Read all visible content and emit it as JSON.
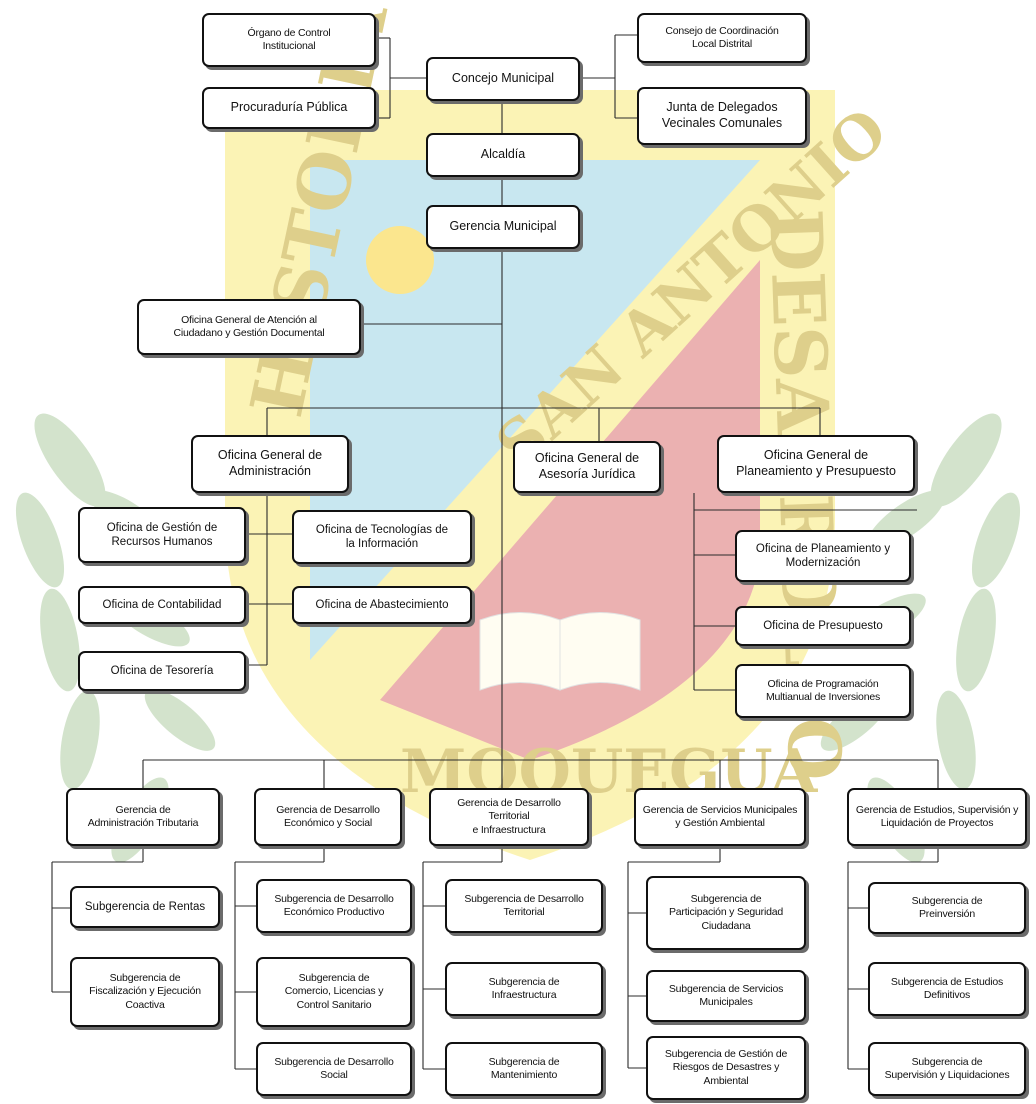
{
  "colors": {
    "line": "#2b2b2b",
    "box_border": "#111111",
    "box_shadow": "#6b6b6b",
    "watermark_yellow": "#fbf1a8",
    "watermark_blue": "#bfe3ee",
    "watermark_red": "#e8a3a3",
    "watermark_green": "#9bc08f",
    "watermark_text": "#d8c777"
  },
  "watermark": {
    "words": [
      "HISTORIA",
      "SAN ANTONIO",
      "DESARROLLO",
      "MOQUEGUA"
    ]
  },
  "org": {
    "organo_control": "Órgano de Control\nInstitucional",
    "procuraduria": "Procuraduría Pública",
    "concejo": "Concejo Municipal",
    "consejo_coordinacion": "Consejo de Coordinación\nLocal Distrital",
    "junta_delegados": "Junta de Delegados\nVecinales Comunales",
    "alcaldia": "Alcaldía",
    "gerencia_municipal": "Gerencia Municipal",
    "oficina_atencion": "Oficina General de Atención al\nCiudadano y Gestión Documental",
    "ofi_administracion": "Oficina General de\nAdministración",
    "ofi_asesoria": "Oficina General de\nAsesoría Jurídica",
    "ofi_planeamiento": "Oficina General de\nPlaneamiento y Presupuesto",
    "rrhh": "Oficina de Gestión de\nRecursos Humanos",
    "contabilidad": "Oficina de Contabilidad",
    "tesoreria": "Oficina de Tesorería",
    "tecnologias": "Oficina de Tecnologías de\nla Información",
    "abastecimiento": "Oficina de Abastecimiento",
    "planeamiento_mod": "Oficina de Planeamiento y\nModernización",
    "presupuesto": "Oficina de Presupuesto",
    "programacion": "Oficina de Programación\nMultianual de Inversiones",
    "g_tributaria": "Gerencia de\nAdministración Tributaria",
    "g_economico": "Gerencia de Desarrollo\nEconómico y Social",
    "g_territorial": "Gerencia de Desarrollo Territorial\ne Infraestructura",
    "g_servicios": "Gerencia de Servicios Municipales\ny Gestión Ambiental",
    "g_estudios": "Gerencia de Estudios, Supervisión y\nLiquidación de Proyectos",
    "s_rentas": "Subgerencia de Rentas",
    "s_fiscalizacion": "Subgerencia de\nFiscalización y Ejecución\nCoactiva",
    "s_economico": "Subgerencia de Desarrollo\nEconómico Productivo",
    "s_comercio": "Subgerencia de\nComercio, Licencias y\nControl Sanitario",
    "s_social": "Subgerencia de Desarrollo\nSocial",
    "s_territorial": "Subgerencia de Desarrollo\nTerritorial",
    "s_infraestructura": "Subgerencia de\nInfraestructura",
    "s_mantenimiento": "Subgerencia de\nMantenimiento",
    "s_participacion": "Subgerencia de\nParticipación y Seguridad\nCiudadana",
    "s_servicios": "Subgerencia de Servicios\nMunicipales",
    "s_riesgos": "Subgerencia de Gestión de\nRiesgos de Desastres y\nAmbiental",
    "s_preinversion": "Subgerencia de\nPreinversión",
    "s_estudios": "Subgerencia de Estudios\nDefinitivos",
    "s_supervision": "Subgerencia de\nSupervisión y Liquidaciones"
  }
}
